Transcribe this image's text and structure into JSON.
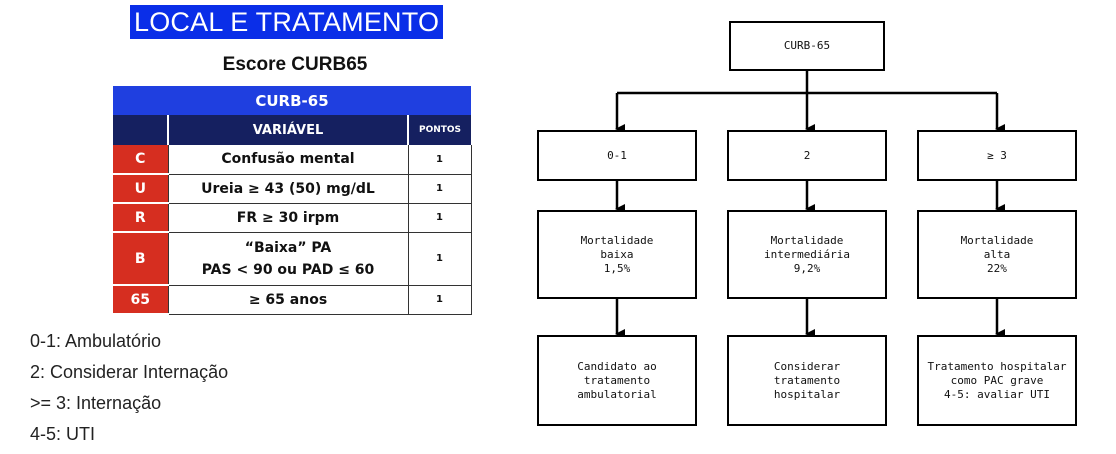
{
  "heading": "LOCAL E TRATAMENTO",
  "subheading": "Escore CURB65",
  "table": {
    "title": "CURB-65",
    "headers": {
      "variable": "VARIÁVEL",
      "points": "PONTOS"
    },
    "rows": [
      {
        "letter": "C",
        "lines": [
          "Confusão mental"
        ],
        "points": "1"
      },
      {
        "letter": "U",
        "lines": [
          "Ureia ≥ 43 (50) mg/dL"
        ],
        "points": "1"
      },
      {
        "letter": "R",
        "lines": [
          "FR ≥ 30 irpm"
        ],
        "points": "1"
      },
      {
        "letter": "B",
        "lines": [
          "“Baixa” PA",
          "PAS < 90 ou PAD ≤ 60"
        ],
        "points": "1"
      },
      {
        "letter": "65",
        "lines": [
          "≥  65 anos"
        ],
        "points": "1"
      }
    ]
  },
  "legend": [
    "0-1: Ambulatório",
    "2: Considerar Internação",
    ">= 3: Internação",
    "4-5: UTI"
  ],
  "flowchart": {
    "root": "CURB-65",
    "branches": [
      {
        "score": "0-1",
        "mortality": [
          "Mortalidade",
          "baixa",
          "1,5%"
        ],
        "recommendation": [
          "Candidato ao",
          "tratamento",
          "ambulatorial"
        ]
      },
      {
        "score": "2",
        "mortality": [
          "Mortalidade",
          "intermediária",
          "9,2%"
        ],
        "recommendation": [
          "Considerar",
          "tratamento",
          "hospitalar"
        ]
      },
      {
        "score": "≥ 3",
        "mortality": [
          "Mortalidade",
          "alta",
          "22%"
        ],
        "recommendation": [
          "Tratamento hospitalar",
          "como PAC grave",
          "4-5: avaliar UTI"
        ]
      }
    ]
  }
}
